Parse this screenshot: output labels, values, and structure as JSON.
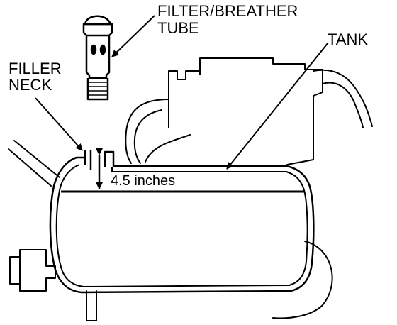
{
  "labels": {
    "filter_line1": "FILTER/BREATHER",
    "filter_line2": "TUBE",
    "tank": "TANK",
    "filler_line1": "FILLER",
    "filler_line2": "NECK",
    "measurement": "4.5 inches"
  },
  "colors": {
    "line": "#000000",
    "background": "#ffffff"
  }
}
